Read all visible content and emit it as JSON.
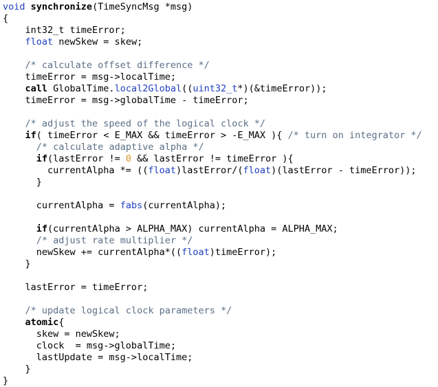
{
  "code": {
    "lines": [
      [
        {
          "t": "void",
          "c": "kw"
        },
        {
          "t": " "
        },
        {
          "t": "synchronize",
          "c": "fn"
        },
        {
          "t": "(TimeSyncMsg *msg)"
        }
      ],
      [
        {
          "t": "{"
        }
      ],
      [
        {
          "t": "    int32_t timeError;"
        }
      ],
      [
        {
          "t": "    "
        },
        {
          "t": "float",
          "c": "kw"
        },
        {
          "t": " newSkew = skew;"
        }
      ],
      [],
      [
        {
          "t": "    "
        },
        {
          "t": "/* calculate offset difference */",
          "c": "cm"
        }
      ],
      [
        {
          "t": "    timeError = msg->localTime;"
        }
      ],
      [
        {
          "t": "    "
        },
        {
          "t": "call",
          "c": "kwb"
        },
        {
          "t": " GlobalTime."
        },
        {
          "t": "local2Global",
          "c": "kw"
        },
        {
          "t": "(("
        },
        {
          "t": "uint32_t",
          "c": "kw"
        },
        {
          "t": "*)(&timeError));"
        }
      ],
      [
        {
          "t": "    timeError = msg->globalTime - timeError;"
        }
      ],
      [],
      [
        {
          "t": "    "
        },
        {
          "t": "/* adjust the speed of the logical clock */",
          "c": "cm"
        }
      ],
      [
        {
          "t": "    "
        },
        {
          "t": "if",
          "c": "kwb"
        },
        {
          "t": "( timeError < E_MAX && timeError > -E_MAX ){ "
        },
        {
          "t": "/* turn on integrator */",
          "c": "cm"
        }
      ],
      [
        {
          "t": "      "
        },
        {
          "t": "/* calculate adaptive alpha */",
          "c": "cm"
        }
      ],
      [
        {
          "t": "      "
        },
        {
          "t": "if",
          "c": "kwb"
        },
        {
          "t": "(lastError != "
        },
        {
          "t": "0",
          "c": "num"
        },
        {
          "t": " && lastError != timeError ){"
        }
      ],
      [
        {
          "t": "        currentAlpha *= (("
        },
        {
          "t": "float",
          "c": "kw"
        },
        {
          "t": ")lastError/("
        },
        {
          "t": "float",
          "c": "kw"
        },
        {
          "t": ")(lastError - timeError));"
        }
      ],
      [
        {
          "t": "      }"
        }
      ],
      [],
      [
        {
          "t": "      currentAlpha = "
        },
        {
          "t": "fabs",
          "c": "kw"
        },
        {
          "t": "(currentAlpha);"
        }
      ],
      [],
      [
        {
          "t": "      "
        },
        {
          "t": "if",
          "c": "kwb"
        },
        {
          "t": "(currentAlpha > ALPHA_MAX) currentAlpha = ALPHA_MAX;"
        }
      ],
      [
        {
          "t": "      "
        },
        {
          "t": "/* adjust rate multiplier */",
          "c": "cm"
        }
      ],
      [
        {
          "t": "      newSkew += currentAlpha*(("
        },
        {
          "t": "float",
          "c": "kw"
        },
        {
          "t": ")timeError);"
        }
      ],
      [
        {
          "t": "    }"
        }
      ],
      [],
      [
        {
          "t": "    lastError = timeError;"
        }
      ],
      [],
      [
        {
          "t": "    "
        },
        {
          "t": "/* update logical clock parameters */",
          "c": "cm"
        }
      ],
      [
        {
          "t": "    "
        },
        {
          "t": "atomic",
          "c": "kwb"
        },
        {
          "t": "{"
        }
      ],
      [
        {
          "t": "      skew = newSkew;"
        }
      ],
      [
        {
          "t": "      clock  = msg->globalTime;"
        }
      ],
      [
        {
          "t": "      lastUpdate = msg->localTime;"
        }
      ],
      [
        {
          "t": "    }"
        }
      ],
      [
        {
          "t": "}"
        }
      ]
    ]
  }
}
